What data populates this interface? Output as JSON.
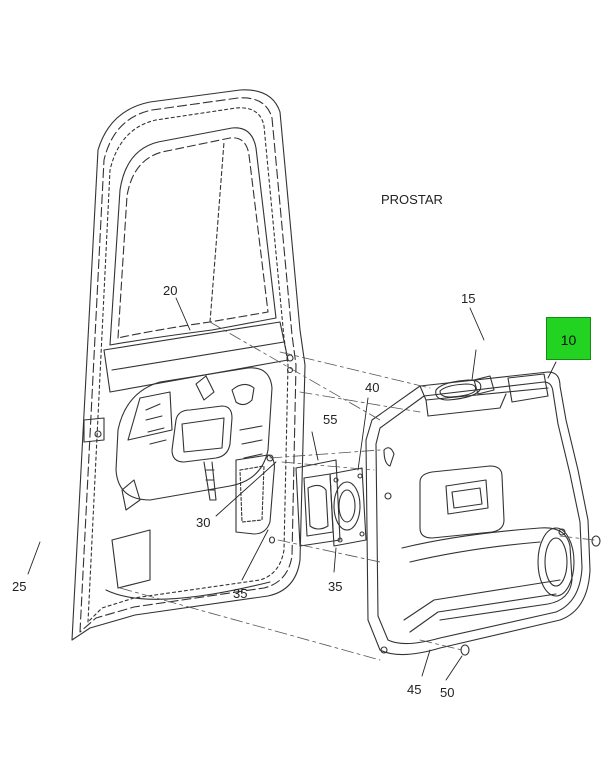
{
  "model_label": "PROSTAR",
  "highlight_color": "#22d322",
  "callouts": {
    "c10": "10",
    "c15": "15",
    "c20": "20",
    "c25": "25",
    "c30": "30",
    "c35a": "35",
    "c35b": "35",
    "c40": "40",
    "c45": "45",
    "c50": "50",
    "c55": "55"
  },
  "highlighted_callout": "10"
}
